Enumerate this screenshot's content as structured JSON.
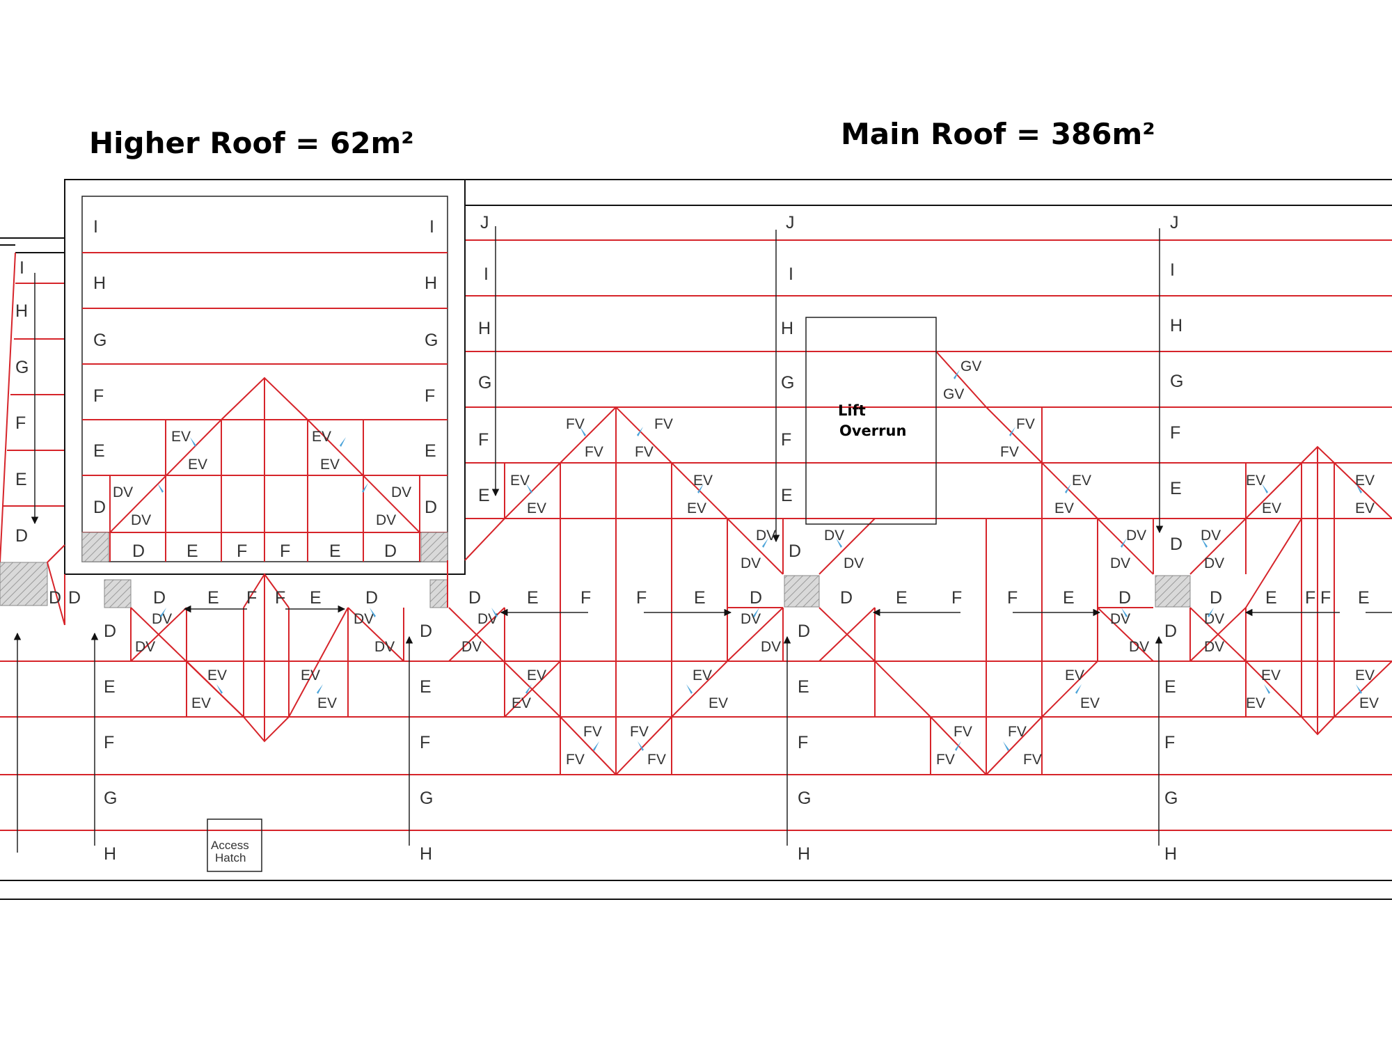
{
  "titles": {
    "higher_roof": "Higher Roof = 62m²",
    "main_roof": "Main Roof =  386m²"
  },
  "lift_overrun": {
    "line1": "Lift",
    "line2": "Overrun"
  },
  "access_hatch": {
    "line1": "Access",
    "line2": "Hatch"
  },
  "colors": {
    "course_line": "#d6242a",
    "outline": "#111111",
    "valley_arrow": "#4ba3d9",
    "hatch_fill": "#cfcfcf"
  },
  "valley_labels": [
    "DV",
    "EV",
    "FV",
    "GV"
  ],
  "course_letters": [
    "D",
    "E",
    "F",
    "G",
    "H",
    "I",
    "J"
  ]
}
